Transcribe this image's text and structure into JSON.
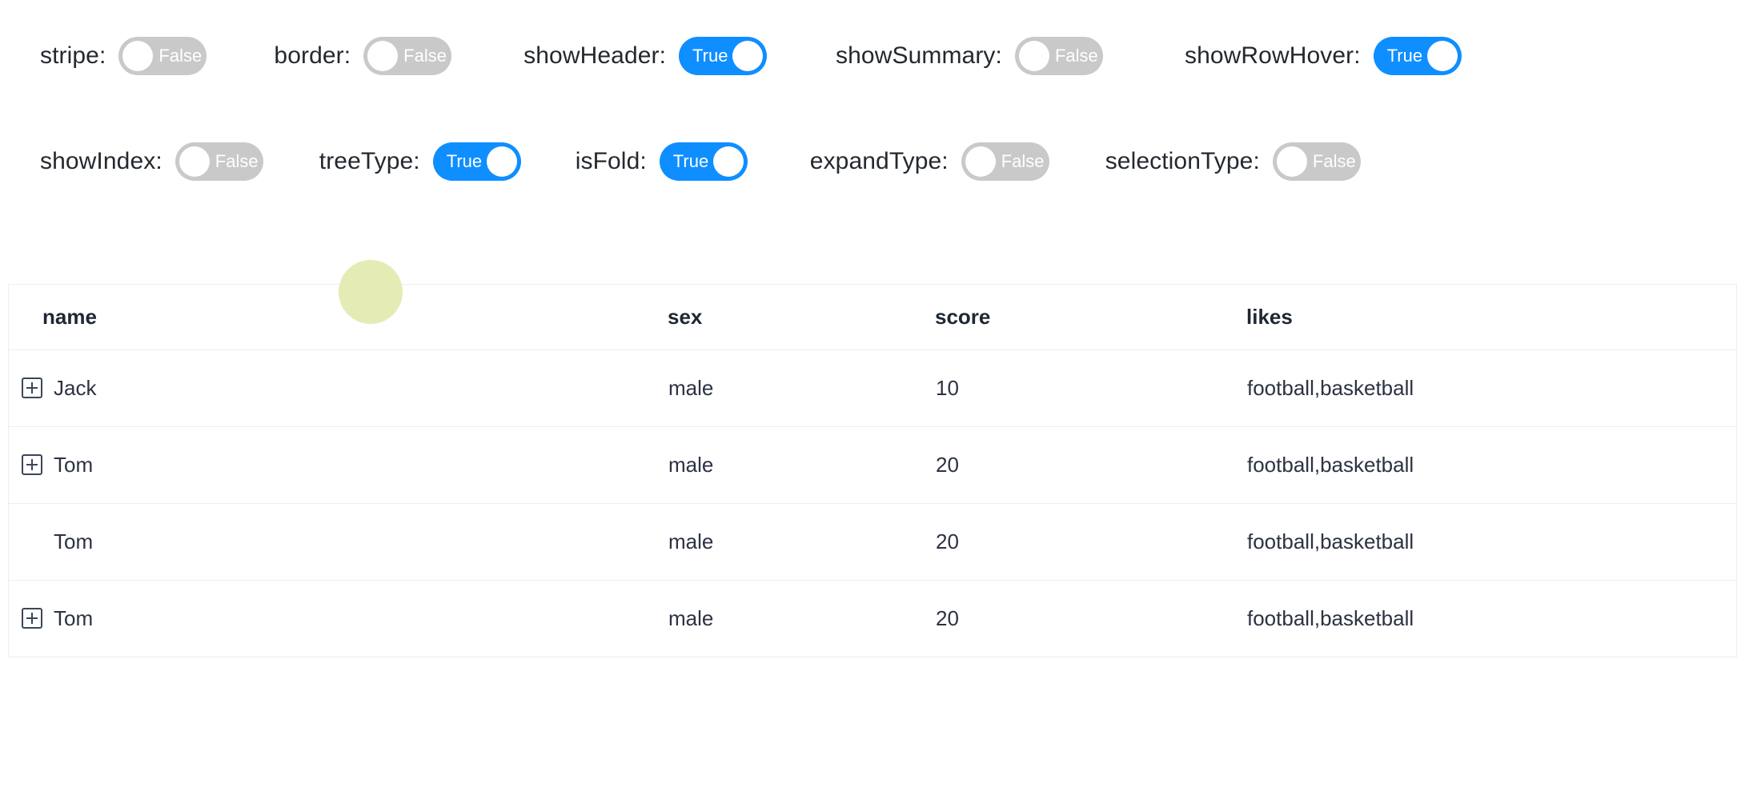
{
  "controls": {
    "rows": [
      [
        {
          "label": "stripe:",
          "value": "False",
          "on": false
        },
        {
          "label": "border:",
          "value": "False",
          "on": false
        },
        {
          "label": "showHeader:",
          "value": "True",
          "on": true
        },
        {
          "label": "showSummary:",
          "value": "False",
          "on": false
        },
        {
          "label": "showRowHover:",
          "value": "True",
          "on": true
        }
      ],
      [
        {
          "label": "showIndex:",
          "value": "False",
          "on": false
        },
        {
          "label": "treeType:",
          "value": "True",
          "on": true
        },
        {
          "label": "isFold:",
          "value": "True",
          "on": true
        },
        {
          "label": "expandType:",
          "value": "False",
          "on": false
        },
        {
          "label": "selectionType:",
          "value": "False",
          "on": false
        }
      ]
    ]
  },
  "table": {
    "columns": [
      {
        "key": "name",
        "label": "name"
      },
      {
        "key": "sex",
        "label": "sex"
      },
      {
        "key": "score",
        "label": "score"
      },
      {
        "key": "likes",
        "label": "likes"
      }
    ],
    "rows": [
      {
        "name": "Jack",
        "sex": "male",
        "score": "10",
        "likes": "football,basketball",
        "expandable": true
      },
      {
        "name": "Tom",
        "sex": "male",
        "score": "20",
        "likes": "football,basketball",
        "expandable": true
      },
      {
        "name": "Tom",
        "sex": "male",
        "score": "20",
        "likes": "football,basketball",
        "expandable": false
      },
      {
        "name": "Tom",
        "sex": "male",
        "score": "20",
        "likes": "football,basketball",
        "expandable": true
      }
    ]
  },
  "colors": {
    "toggle_on": "#0f8eff",
    "toggle_off": "#c9c9c9",
    "cursor_blob": "#e4ebb5",
    "border": "#ebeef5",
    "text": "#2c3243"
  },
  "cursor": {
    "label": "cursor-highlight"
  }
}
